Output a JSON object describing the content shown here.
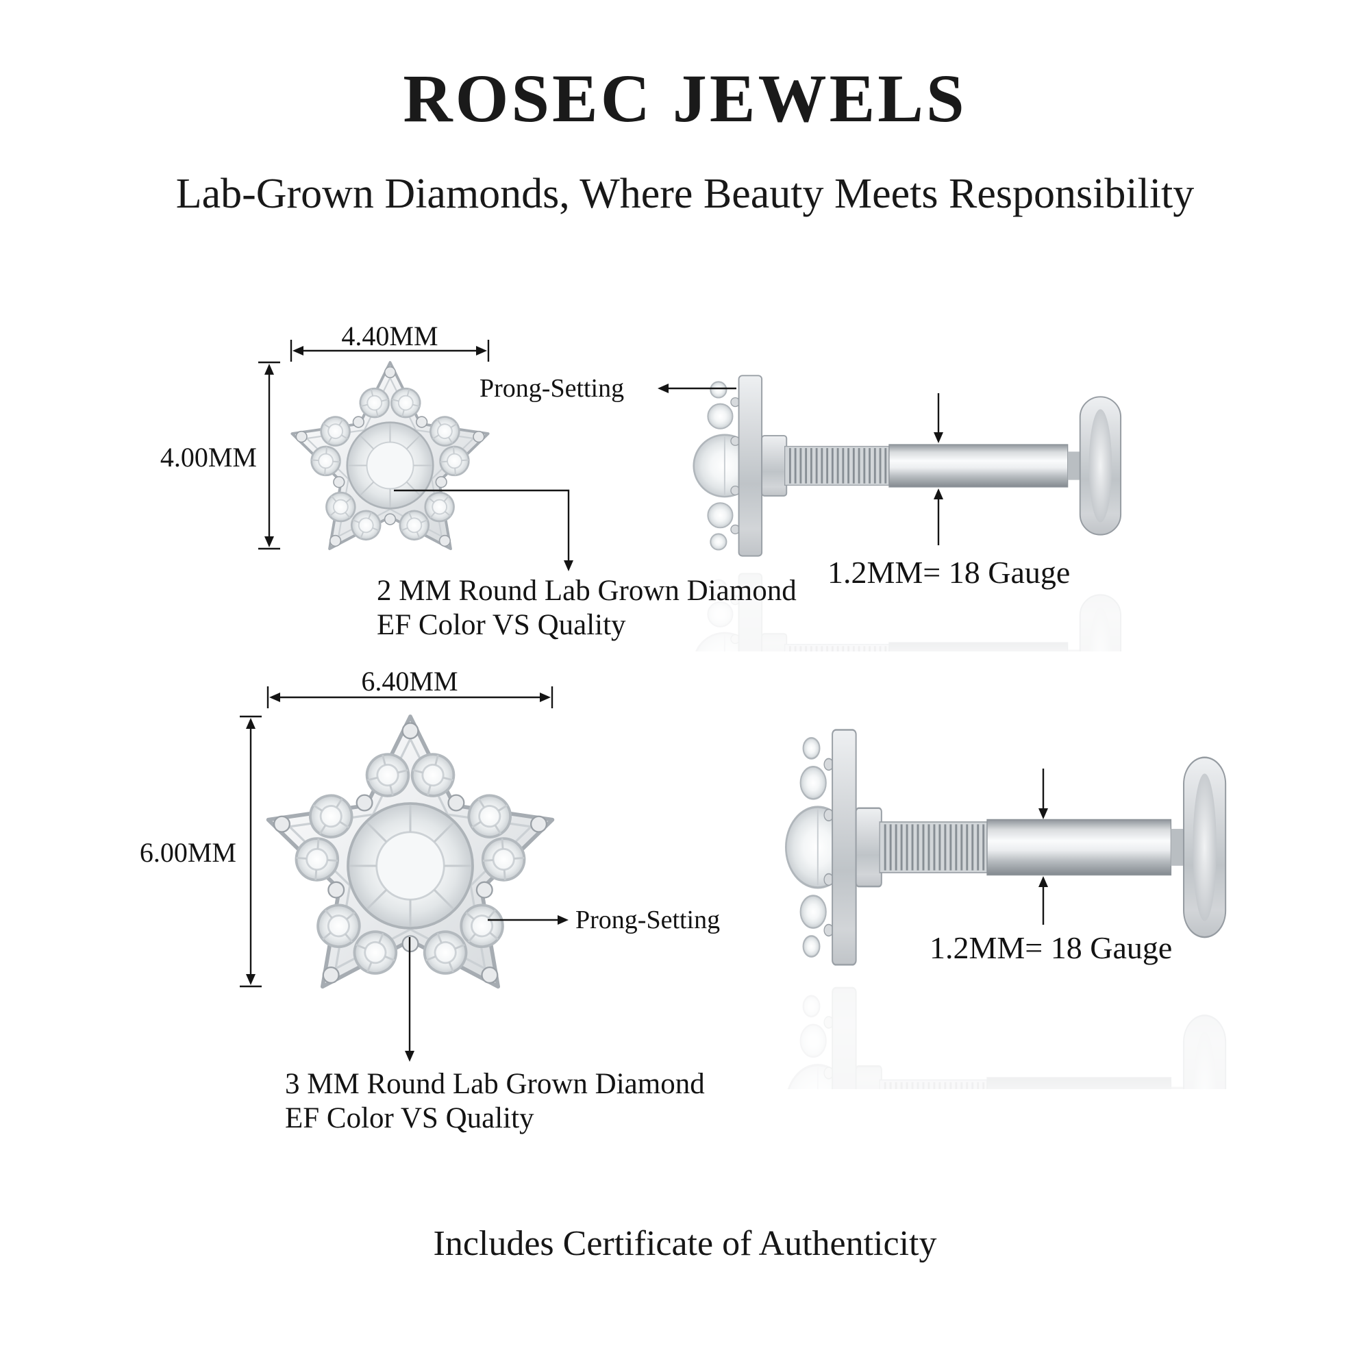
{
  "header": {
    "brand": "ROSEC JEWELS",
    "tagline": "Lab-Grown Diamonds, Where Beauty Meets Responsibility"
  },
  "small_earring": {
    "width_label": "4.40MM",
    "height_label": "4.00MM",
    "prong_label": "Prong-Setting",
    "stone_line1": "2 MM Round Lab Grown Diamond",
    "stone_line2": "EF Color VS Quality",
    "gauge_label": "1.2MM= 18 Gauge"
  },
  "large_earring": {
    "width_label": "6.40MM",
    "height_label": "6.00MM",
    "prong_label": "Prong-Setting",
    "stone_line1": "3 MM Round Lab Grown Diamond",
    "stone_line2": "EF Color VS Quality",
    "gauge_label": "1.2MM= 18 Gauge"
  },
  "footer": {
    "certificate_note": "Includes Certificate of Authenticity"
  },
  "colors": {
    "background": "#ffffff",
    "text": "#131313",
    "annotation_line": "#141414",
    "metal_light": "#f4f5f6",
    "metal_mid": "#c9cdd1",
    "metal_dark": "#8d9399"
  }
}
